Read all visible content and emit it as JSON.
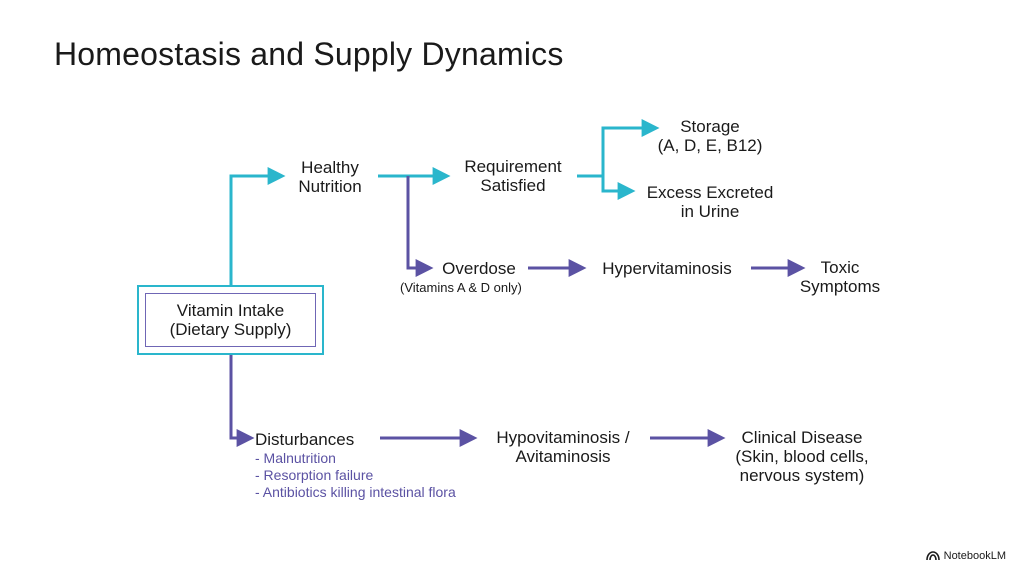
{
  "title": "Homeostasis and Supply Dynamics",
  "nodes": {
    "intake": [
      "Vitamin Intake",
      "(Dietary Supply)"
    ],
    "healthy": [
      "Healthy",
      "Nutrition"
    ],
    "requirement": [
      "Requirement",
      "Satisfied"
    ],
    "storage": [
      "Storage",
      "(A, D, E, B12)"
    ],
    "excess": [
      "Excess Excreted",
      "in Urine"
    ],
    "overdose": "Overdose",
    "overdose_note": "(Vitamins A & D only)",
    "hypervitaminosis": "Hypervitaminosis",
    "toxic": [
      "Toxic",
      "Symptoms"
    ],
    "disturbances": "Disturbances",
    "disturbance_causes": [
      "- Malnutrition",
      "- Resorption failure",
      "- Antibiotics killing intestinal flora"
    ],
    "hypovitaminosis": [
      "Hypovitaminosis /",
      "Avitaminosis"
    ],
    "clinical": [
      "Clinical Disease",
      "(Skin, blood cells,",
      "nervous system)"
    ]
  },
  "colors": {
    "teal": "#2ab6cc",
    "purple": "#5b52a3"
  },
  "brand": {
    "name": "NotebookLM",
    "icon": "notebooklm-logo-icon"
  }
}
